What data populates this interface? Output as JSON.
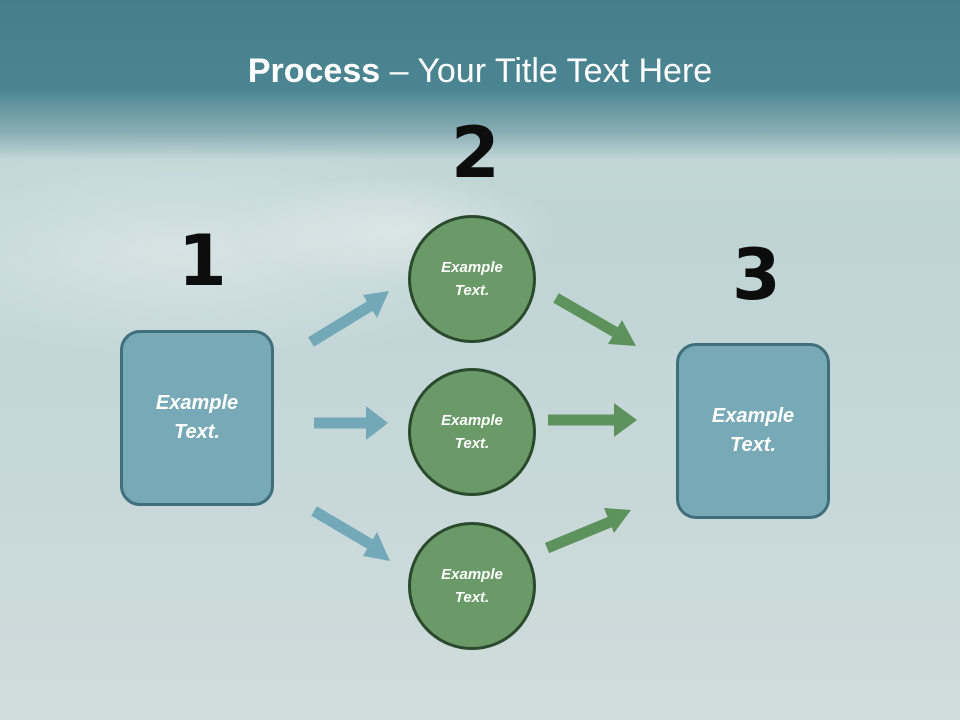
{
  "slide": {
    "title_bold": "Process",
    "title_rest": " – Your Title Text Here"
  },
  "steps": [
    {
      "number": "1",
      "text": "Example\nText."
    },
    {
      "number": "2",
      "text": ""
    },
    {
      "number": "3",
      "text": "Example\nText."
    }
  ],
  "circles": [
    {
      "text": "Example\nText."
    },
    {
      "text": "Example\nText."
    },
    {
      "text": "Example\nText."
    }
  ],
  "colors": {
    "box_fill": "#78a9b6",
    "circle_fill": "#6a9a67",
    "arrow_blue": "#72a8b8",
    "arrow_green": "#5e925c",
    "header": "#457f8c"
  }
}
